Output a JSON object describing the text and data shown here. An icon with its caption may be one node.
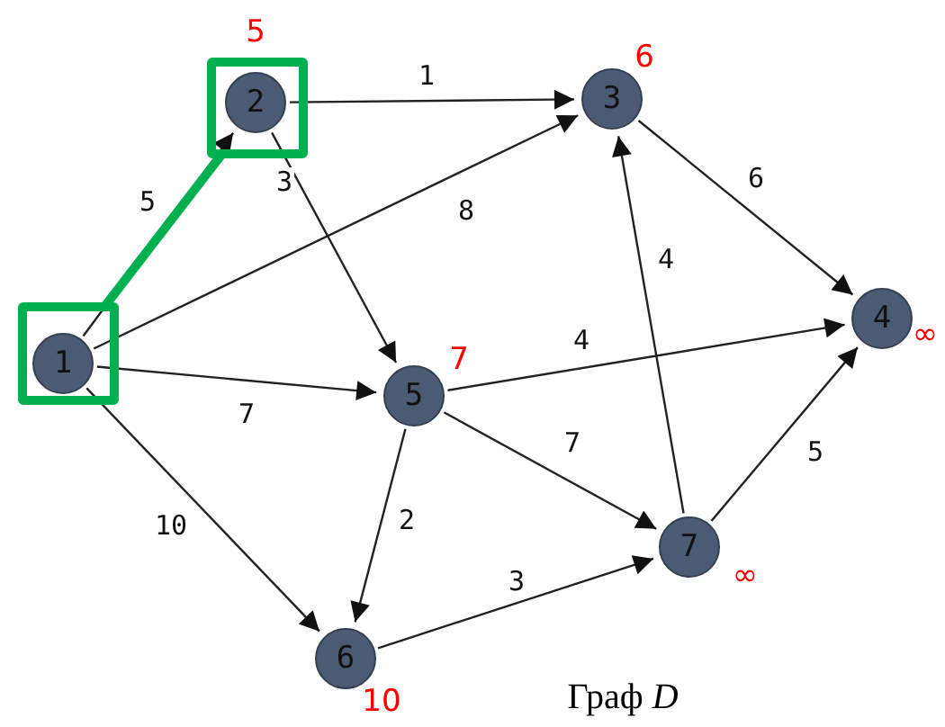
{
  "diagram": {
    "caption": "Граф *D*",
    "nodes": [
      {
        "text": [],
        "shape": "box"
      },
      {
        "text": [
          "2"
        ],
        "in": 0,
        "beside": [
          "5"
        ]
      },
      {
        "text": [
          "3"
        ],
        "beside": [
          "6"
        ]
      },
      {
        "text": [],
        "shape": "box"
      },
      {
        "text": [
          "1"
        ],
        "in": 3
      },
      {
        "text": [
          "5"
        ],
        "beside": [
          "7"
        ]
      },
      {
        "text": [
          "4"
        ],
        "beside": [
          "∞"
        ]
      },
      {
        "text": [
          "7"
        ],
        "beside": [
          "∞"
        ]
      },
      {
        "text": [
          "6"
        ],
        "beside": [
          "10"
        ]
      }
    ],
    "edges": [
      {
        "from": 4,
        "to": 1,
        "arrow": "to",
        "label": "5"
      },
      {
        "from": 3,
        "to": 0,
        "arrow": "none",
        "style": "thick",
        "color": "#00b050"
      },
      {
        "from": 1,
        "to": 2,
        "arrow": "to",
        "label": "1"
      },
      {
        "from": 1,
        "to": 5,
        "arrow": "to",
        "label": "3"
      },
      {
        "from": 4,
        "to": 2,
        "arrow": "to",
        "label": "8"
      },
      {
        "from": 4,
        "to": 5,
        "arrow": "to",
        "label": "7"
      },
      {
        "from": 4,
        "to": 8,
        "arrow": "to",
        "label": "10"
      },
      {
        "from": 2,
        "to": 6,
        "arrow": "to",
        "label": "6"
      },
      {
        "from": 5,
        "to": 6,
        "arrow": "to",
        "label": "4"
      },
      {
        "from": 5,
        "to": 7,
        "arrow": "to",
        "label": "7"
      },
      {
        "from": 5,
        "to": 8,
        "arrow": "to",
        "label": "2"
      },
      {
        "from": 8,
        "to": 7,
        "arrow": "to",
        "label": "3"
      },
      {
        "from": 7,
        "to": 2,
        "arrow": "to",
        "label": "4"
      },
      {
        "from": 7,
        "to": 6,
        "arrow": "to",
        "label": "5"
      }
    ]
  }
}
